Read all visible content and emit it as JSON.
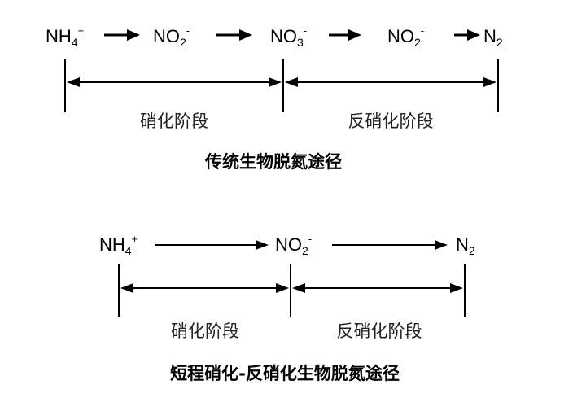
{
  "traditional": {
    "species": [
      {
        "base": "NH",
        "sub": "4",
        "sup": "+"
      },
      {
        "base": "NO",
        "sub": "2",
        "sup": "-"
      },
      {
        "base": "NO",
        "sub": "3",
        "sup": "-"
      },
      {
        "base": "NO",
        "sub": "2",
        "sup": "-"
      },
      {
        "base": "N",
        "sub": "2",
        "sup": ""
      }
    ],
    "stage_nitrification": "硝化阶段",
    "stage_denitrification": "反硝化阶段",
    "caption": "传统生物脱氮途径"
  },
  "shortcut": {
    "species": [
      {
        "base": "NH",
        "sub": "4",
        "sup": "+"
      },
      {
        "base": "NO",
        "sub": "2",
        "sup": "-"
      },
      {
        "base": "N",
        "sub": "2",
        "sup": ""
      }
    ],
    "stage_nitrification": "硝化阶段",
    "stage_denitrification": "反硝化阶段",
    "caption": "短程硝化-反硝化生物脱氮途径"
  },
  "colors": {
    "line": "#000000",
    "text": "#000000",
    "stage_text": "#222222",
    "background": "#ffffff"
  }
}
